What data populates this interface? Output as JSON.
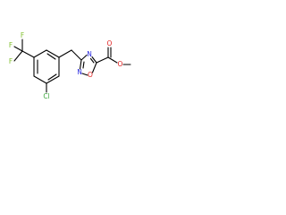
{
  "molecule": {
    "atoms": {
      "fluorine_1": "F",
      "fluorine_2": "F",
      "fluorine_3": "F",
      "chlorine": "Cl",
      "ring_nitrogen_top": "N",
      "ring_nitrogen_bottom": "N",
      "ring_oxygen": "O",
      "carbonyl_oxygen": "O",
      "ester_oxygen": "O"
    },
    "colors": {
      "bond": "#000000",
      "fluorine": "#7FBF2A",
      "chlorine": "#3EA63E",
      "nitrogen": "#2A2AE0",
      "oxygen": "#E02020"
    }
  }
}
